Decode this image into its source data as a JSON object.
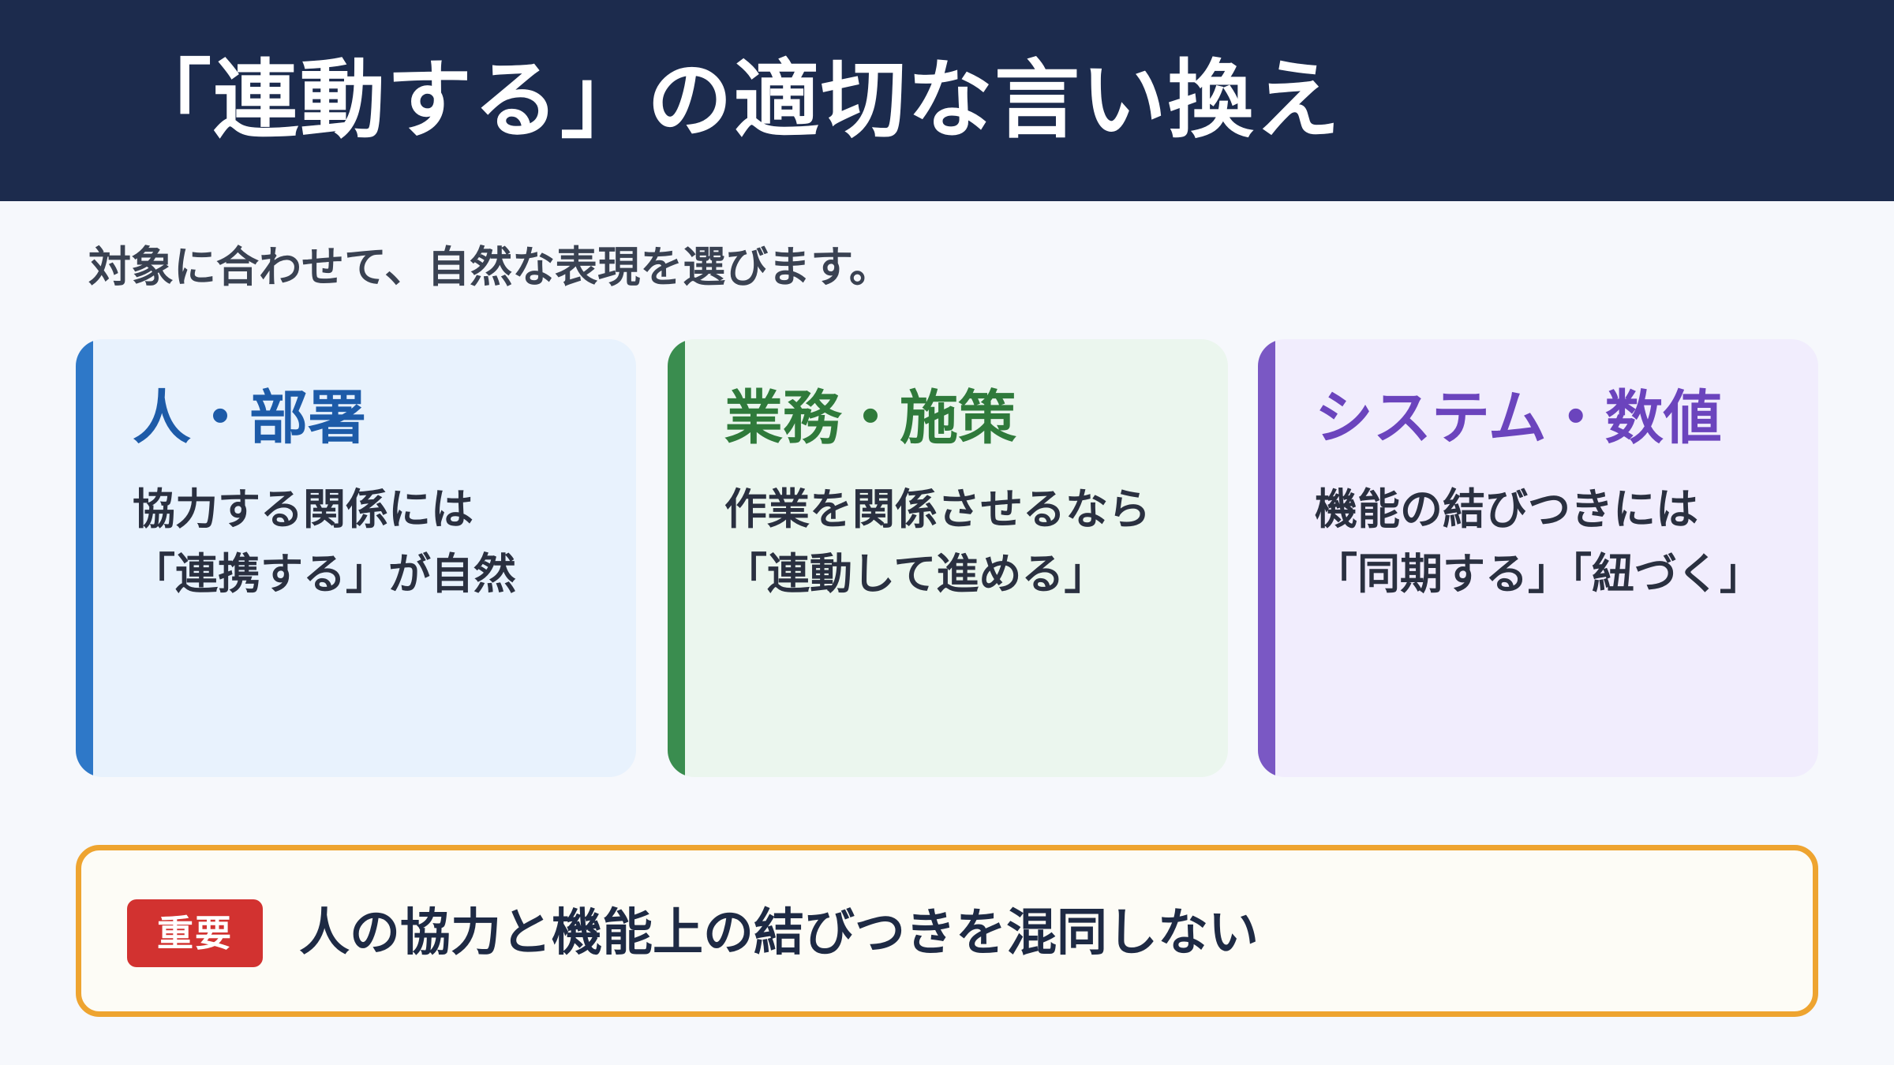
{
  "header": {
    "title": "「連動する」の適切な言い換え"
  },
  "subtitle": "対象に合わせて、自然な表現を選びます。",
  "cards": [
    {
      "heading": "人・部署",
      "lines": [
        "協力する関係には",
        "「連携する」が自然"
      ]
    },
    {
      "heading": "業務・施策",
      "lines": [
        "作業を関係させるなら",
        "「連動して進める」"
      ]
    },
    {
      "heading": "システム・数値",
      "lines": [
        "機能の結びつきには",
        "「同期する」「紐づく」"
      ]
    }
  ],
  "note": {
    "badge": "重要",
    "text": "人の協力と機能上の結びつきを混同しない"
  },
  "colors": {
    "header_bg": "#1c2b4d",
    "card1_accent": "#2e78c8",
    "card2_accent": "#3a8d4f",
    "card3_accent": "#7a58c4",
    "note_border": "#eea430",
    "badge_bg": "#d23230"
  }
}
